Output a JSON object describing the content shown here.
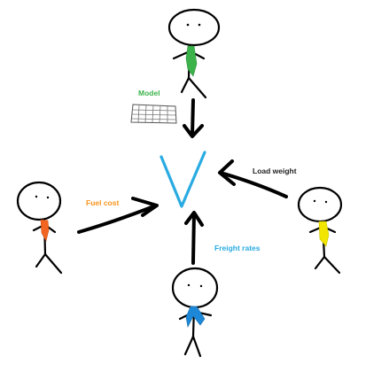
{
  "labels": {
    "model": "Model",
    "fuel_cost": "Fuel cost",
    "load_weight": "Load weight",
    "freight_rates": "Freight rates",
    "center": "V"
  },
  "colors": {
    "model": "#3bb34a",
    "fuel_cost": "#f7941d",
    "load_weight": "#222222",
    "freight_rates": "#29abe2",
    "center": "#29abe2",
    "tie_top": "#3bb34a",
    "tie_left": "#f26522",
    "tie_right": "#f2e600",
    "tie_bottom": "#1e88d8"
  },
  "icons": {
    "model": "spreadsheet-icon"
  }
}
